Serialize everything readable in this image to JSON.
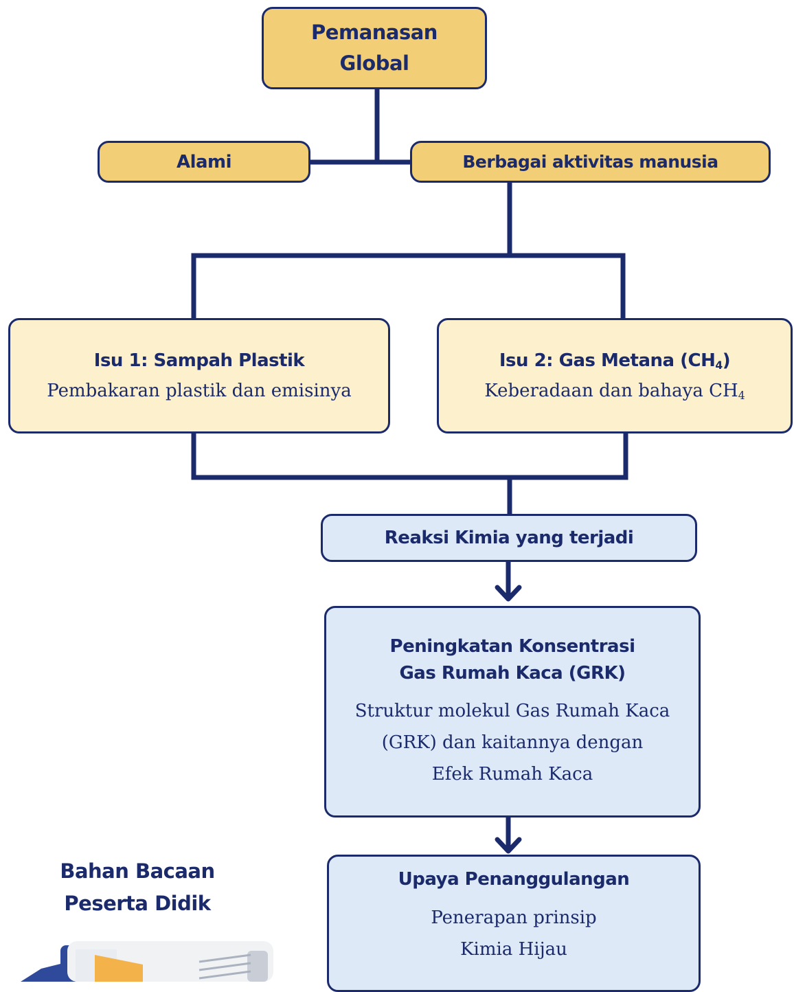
{
  "root": {
    "title_line1": "Pemanasan",
    "title_line2": "Global"
  },
  "causes": {
    "natural": "Alami",
    "human": "Berbagai aktivitas manusia"
  },
  "issue1": {
    "title": "Isu 1: Sampah Plastik",
    "desc": "Pembakaran plastik dan emisinya"
  },
  "issue2": {
    "title_prefix": "Isu 2: Gas Metana (CH",
    "title_sub": "4",
    "title_suffix": ")",
    "desc_prefix": "Keberadaan dan bahaya CH",
    "desc_sub": "4"
  },
  "reaction": {
    "label": "Reaksi Kimia yang terjadi"
  },
  "ghg": {
    "title_line1": "Peningkatan Konsentrasi",
    "title_line2": "Gas Rumah Kaca (GRK)",
    "desc_line1": "Struktur molekul Gas Rumah Kaca",
    "desc_line2": "(GRK) dan kaitannya dengan",
    "desc_line3": "Efek Rumah Kaca"
  },
  "mitigation": {
    "title": "Upaya Penanggulangan",
    "desc_line1": "Penerapan prinsip",
    "desc_line2": "Kimia Hijau"
  },
  "reading": {
    "line1": "Bahan Bacaan",
    "line2": "Peserta Didik"
  },
  "colors": {
    "navy": "#1b2a6b",
    "gold": "#f2cf76",
    "cream": "#fdf0cc",
    "light_blue": "#dde9f6"
  }
}
